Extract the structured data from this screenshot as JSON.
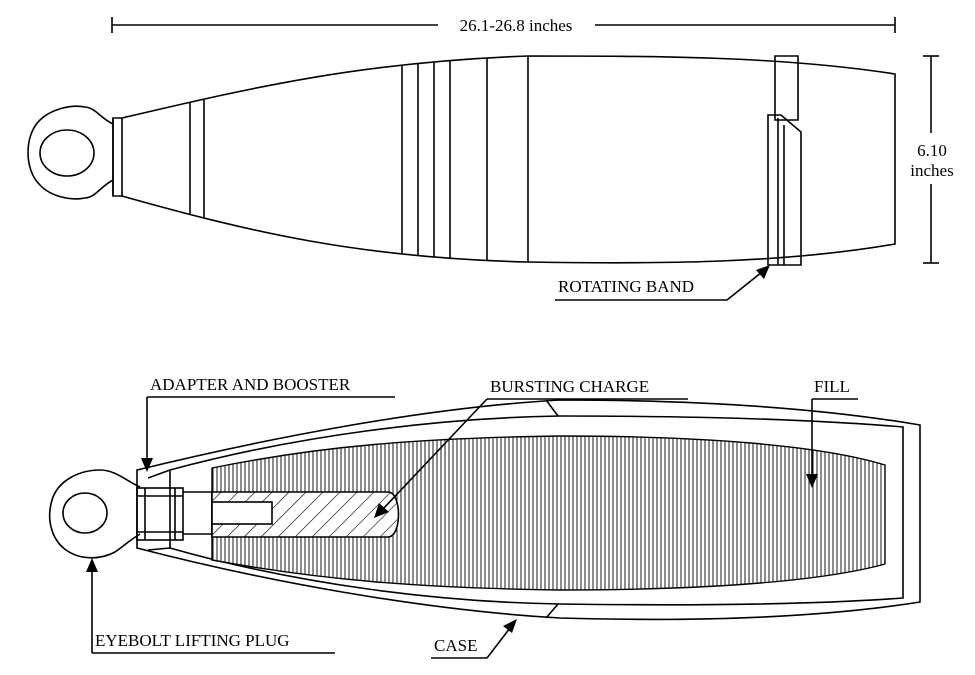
{
  "dimensions": {
    "length_label": "26.1-26.8 inches",
    "diameter_value": "6.10",
    "diameter_unit": "inches"
  },
  "labels": {
    "rotating_band": "ROTATING BAND",
    "adapter_booster": "ADAPTER AND BOOSTER",
    "bursting_charge": "BURSTING CHARGE",
    "fill": "FILL",
    "eyebolt": "EYEBOLT LIFTING PLUG",
    "case": "CASE"
  }
}
